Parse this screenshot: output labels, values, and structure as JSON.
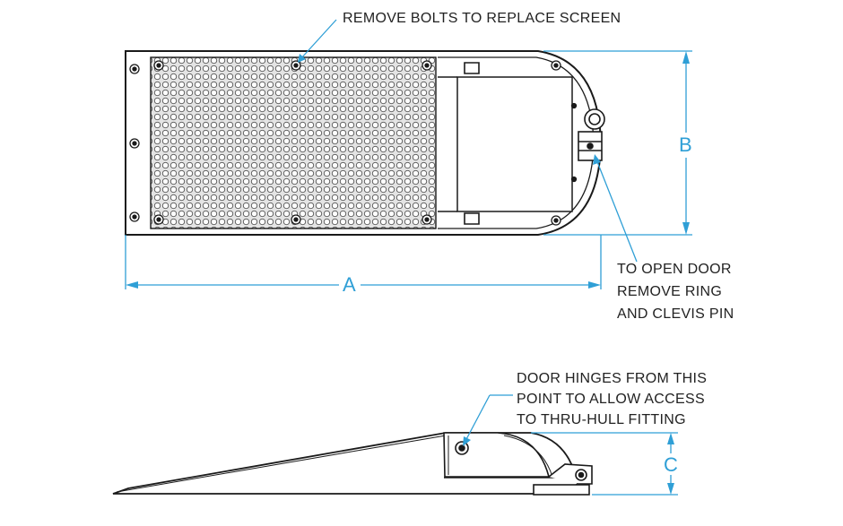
{
  "callouts": {
    "screen": "REMOVE BOLTS TO REPLACE SCREEN",
    "door_lines": [
      "TO OPEN  DOOR",
      "REMOVE  RING",
      "AND  CLEVIS PIN"
    ],
    "hinge_lines": [
      "DOOR HINGES FROM THIS",
      "POINT TO ALLOW ACCESS",
      "TO THRU-HULL FITTING"
    ]
  },
  "dimensions": {
    "a": "A",
    "b": "B",
    "c": "C"
  },
  "colors": {
    "outline": "#1a1a1a",
    "dimension": "#2f9fd6",
    "body_fill": "#ffffff",
    "screen_fill": "#dcdcdc"
  }
}
